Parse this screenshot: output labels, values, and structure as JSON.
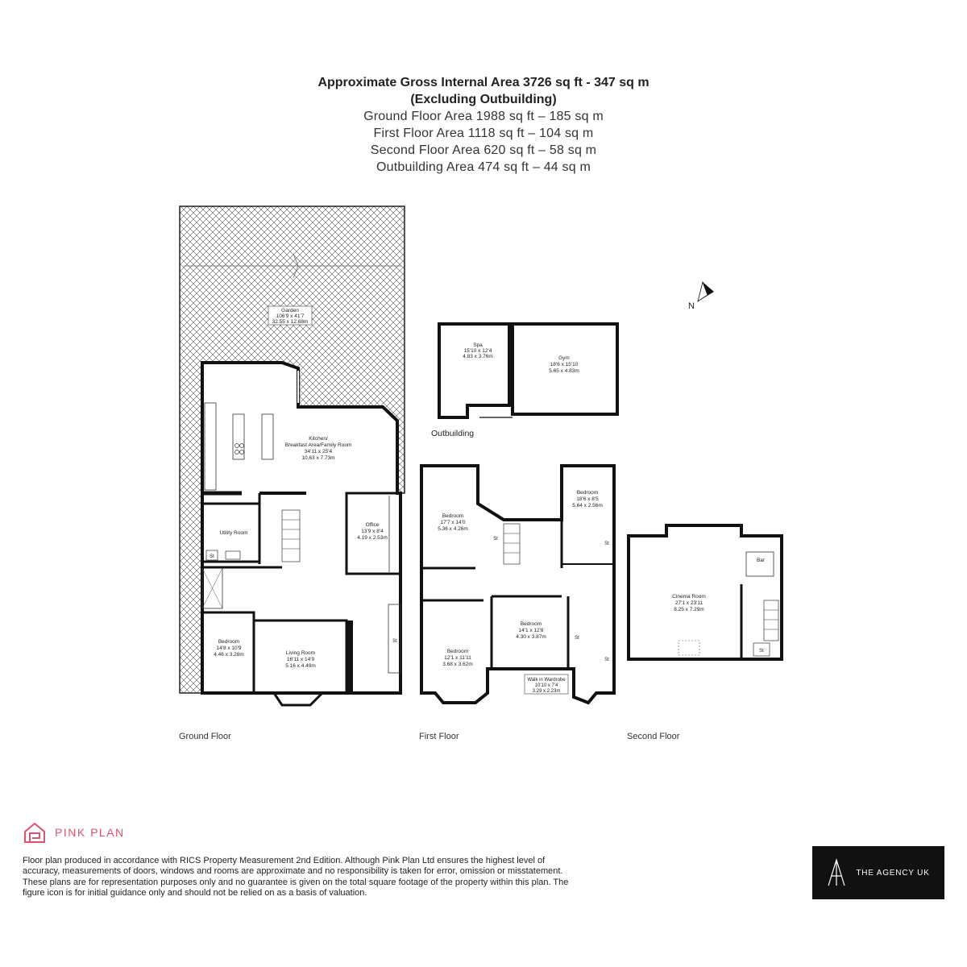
{
  "header": {
    "gross_area": "Approximate Gross Internal Area 3726 sq ft - 347 sq m",
    "excluding": "(Excluding Outbuilding)",
    "ground_area": "Ground Floor Area 1988 sq ft – 185 sq m",
    "first_area": "First Floor Area 1118 sq ft – 104 sq m",
    "second_area": "Second Floor Area 620 sq ft – 58 sq m",
    "outbuilding_area": "Outbuilding Area 474 sq ft – 44 sq m"
  },
  "compass": {
    "label": "N"
  },
  "floor_labels": {
    "ground": "Ground Floor",
    "first": "First Floor",
    "second": "Second Floor",
    "outbuilding": "Outbuilding"
  },
  "rooms": {
    "garden": {
      "name": "Garden",
      "imperial": "106'9 x 41'7",
      "metric": "32.55 x 12.68m"
    },
    "kitchen": {
      "name": "Kitchen/",
      "name2": "Breakfast Area/Family Room",
      "imperial": "34'11 x 25'4",
      "metric": "10.63 x 7.73m"
    },
    "office": {
      "name": "Office",
      "imperial": "13'9 x 8'4",
      "metric": "4.19 x 2.53m"
    },
    "utility": {
      "name": "Utility Room"
    },
    "ground_bedroom": {
      "name": "Bedroom",
      "imperial": "14'8 x 10'9",
      "metric": "4.46 x 3.28m"
    },
    "living": {
      "name": "Living Room",
      "imperial": "16'11 x 14'9",
      "metric": "5.16 x 4.49m"
    },
    "spa": {
      "name": "Spa",
      "imperial": "15'10 x 12'4",
      "metric": "4.83 x 3.76m"
    },
    "gym": {
      "name": "Gym",
      "imperial": "18'6 x 15'10",
      "metric": "5.65 x 4.83m"
    },
    "first_bed1": {
      "name": "Bedroom",
      "imperial": "17'7 x 14'0",
      "metric": "5.36 x 4.26m"
    },
    "first_bed2": {
      "name": "Bedroom",
      "imperial": "18'6 x 8'5",
      "metric": "5.64 x 2.56m"
    },
    "first_bed3": {
      "name": "Bedroom",
      "imperial": "14'1 x 12'8",
      "metric": "4.30 x 3.87m"
    },
    "first_bed4": {
      "name": "Bedroom",
      "imperial": "12'1 x 11'11",
      "metric": "3.68 x 3.62m"
    },
    "wardrobe": {
      "name": "Walk in Wardrobe",
      "imperial": "10'10 x 7'4",
      "metric": "3.29 x 2.23m"
    },
    "cinema": {
      "name": "Cinema Room",
      "imperial": "27'1 x 23'11",
      "metric": "8.25 x 7.29m"
    },
    "bar": {
      "name": "Bar"
    },
    "storage": {
      "label": "St"
    }
  },
  "footer": {
    "brand": "PINK PLAN",
    "disclaimer": "Floor plan produced in accordance with RICS Property Measurement 2nd Edition. Although Pink Plan Ltd ensures the highest level of accuracy, measurements of doors, windows and rooms are approximate and no responsibility is taken for error, omission or misstatement. These plans are for representation purposes only and no guarantee is given on the total square footage of the property within this plan. The figure icon is for initial guidance only and should not be relied on as a basis of valuation.",
    "agency": "THE AGENCY UK"
  },
  "colors": {
    "wall": "#111111",
    "brand_pink": "#e0506f",
    "hatch": "#555555"
  }
}
